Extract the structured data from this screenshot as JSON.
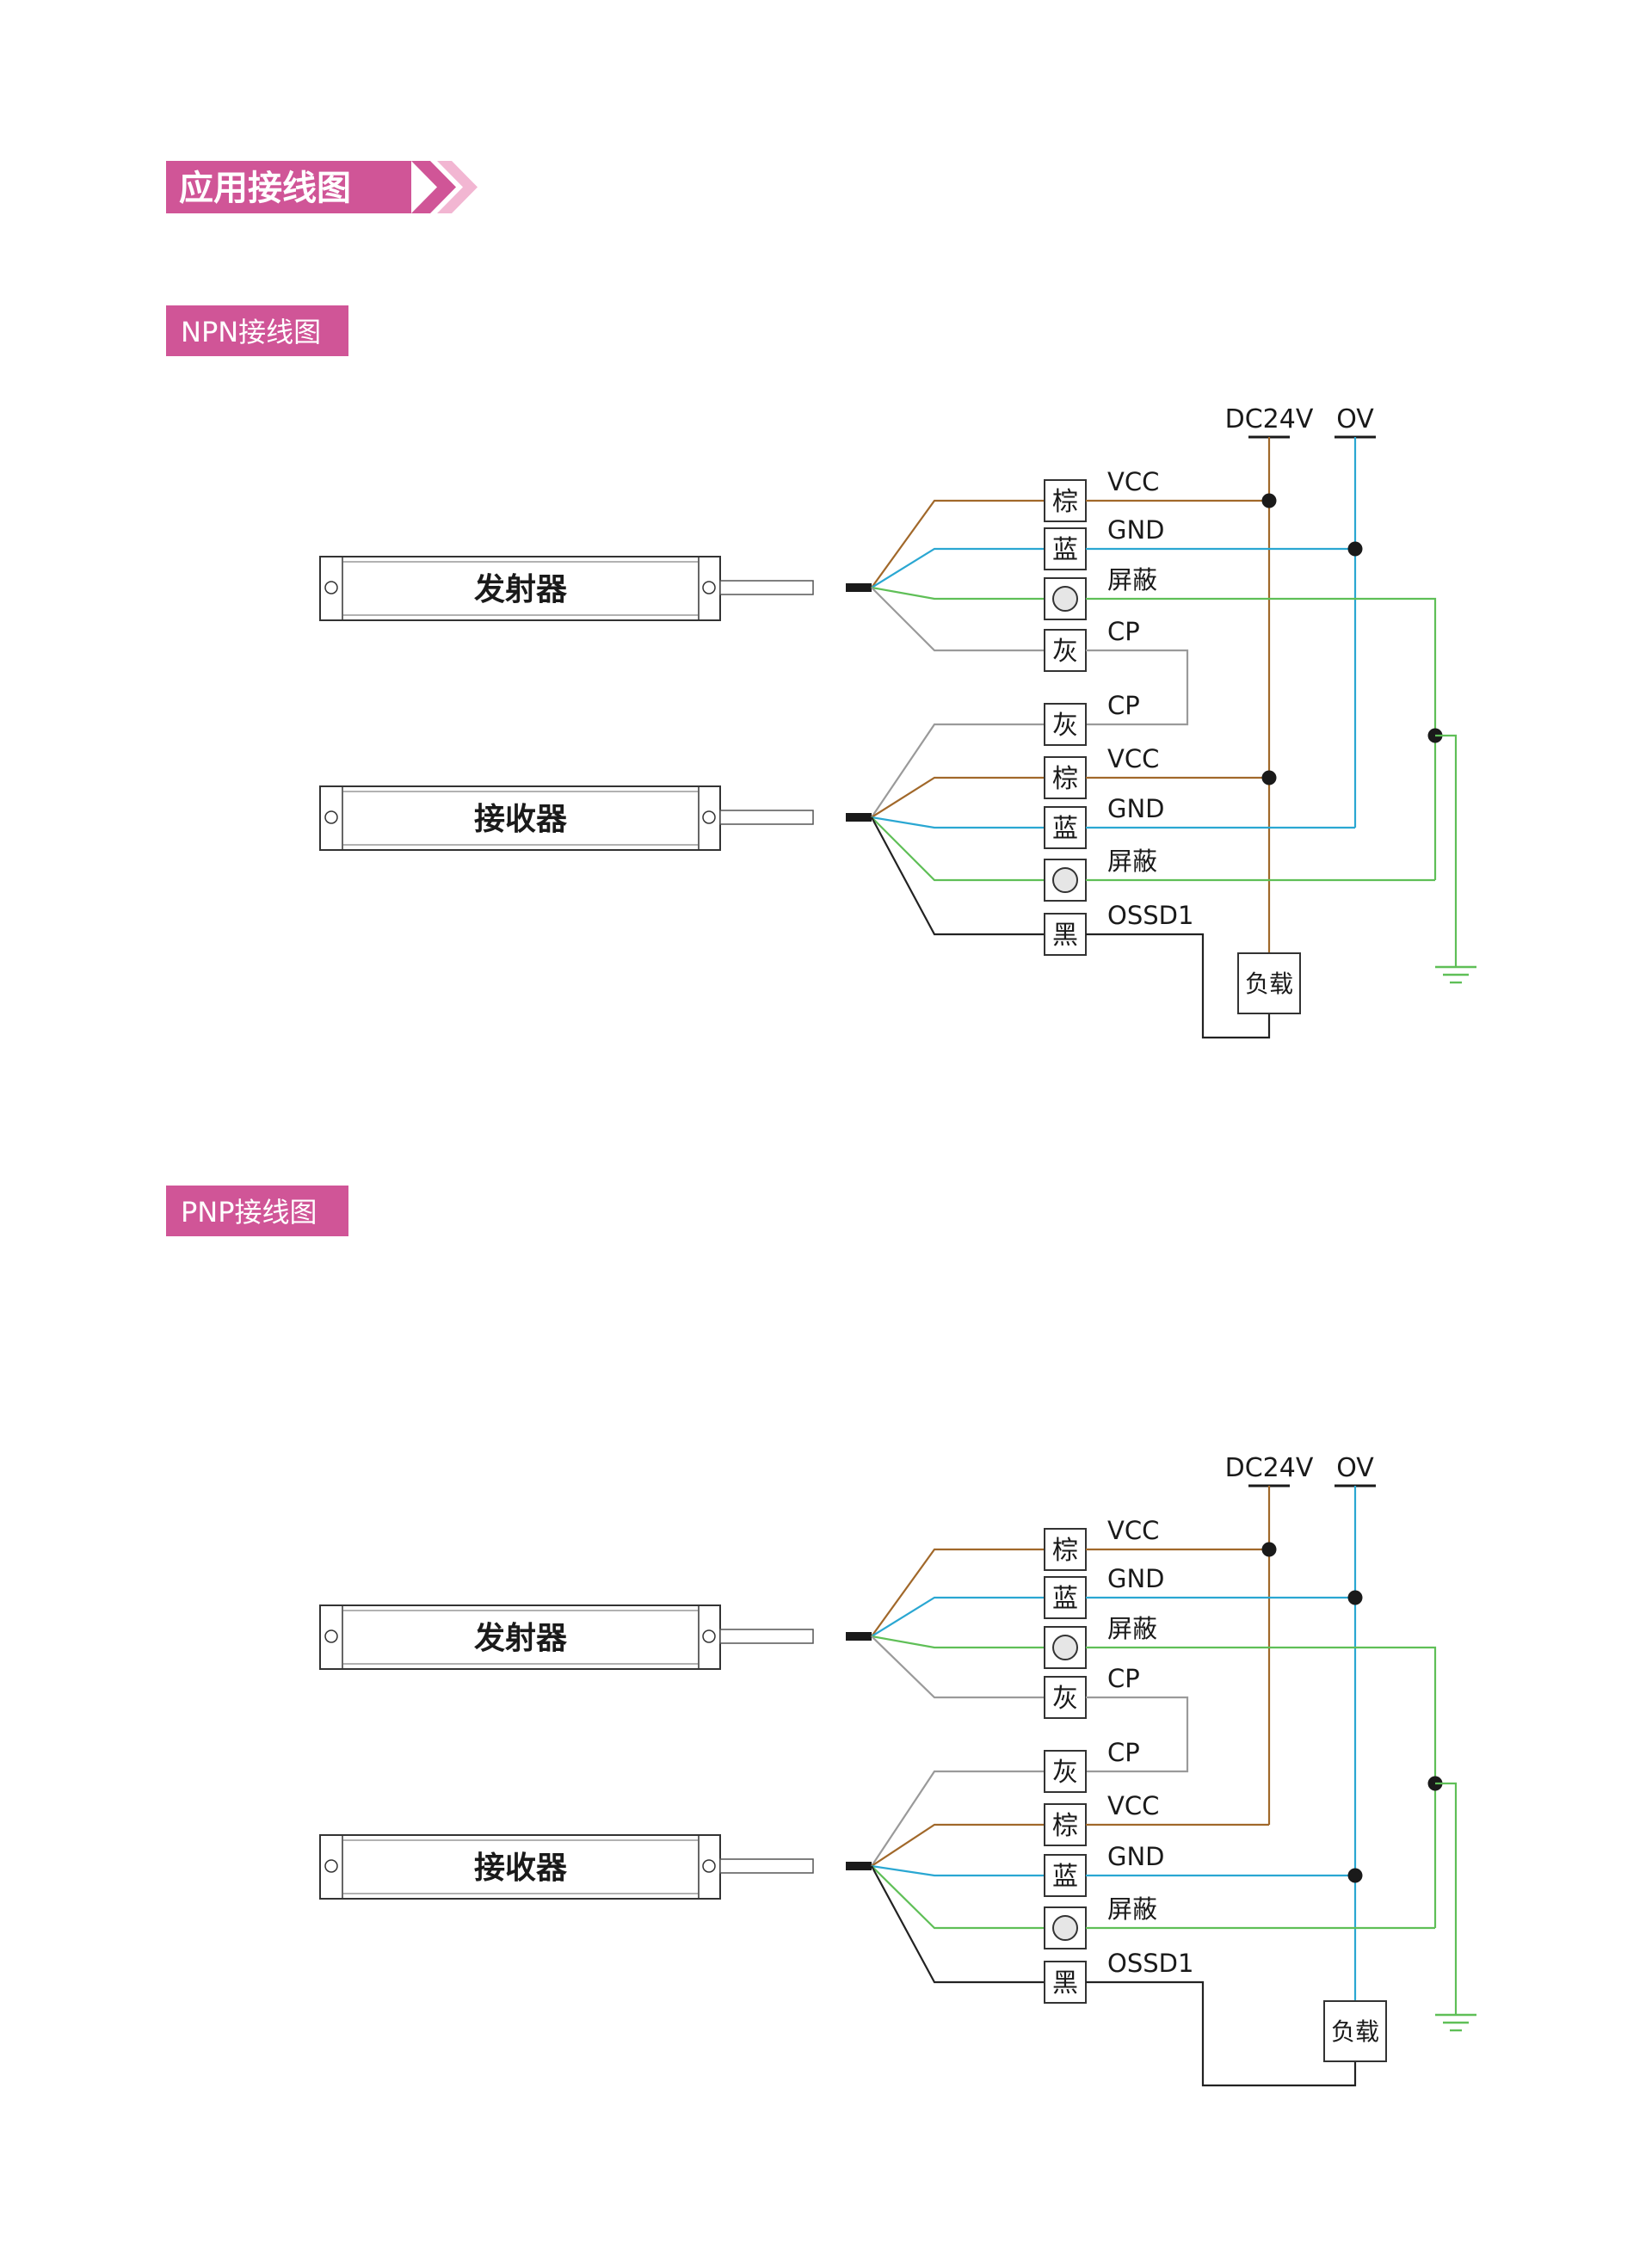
{
  "header": {
    "title": "应用接线图",
    "color": "#d05597",
    "arrow_color": "#f2b6d2"
  },
  "sections": [
    {
      "badge": "NPN接线图",
      "rails": {
        "dc": "DC24V",
        "ov": "OV"
      },
      "emitter_label": "发射器",
      "receiver_label": "接收器",
      "emitter_wires": [
        {
          "tag": "棕",
          "label": "VCC",
          "color": "#a1682a"
        },
        {
          "tag": "蓝",
          "label": "GND",
          "color": "#2aa7d2"
        },
        {
          "tag": "",
          "label": "屏蔽",
          "color": "#5fbf57"
        },
        {
          "tag": "灰",
          "label": "CP",
          "color": "#9a9a9a"
        }
      ],
      "receiver_wires": [
        {
          "tag": "灰",
          "label": "CP",
          "color": "#9a9a9a"
        },
        {
          "tag": "棕",
          "label": "VCC",
          "color": "#a1682a"
        },
        {
          "tag": "蓝",
          "label": "GND",
          "color": "#2aa7d2"
        },
        {
          "tag": "",
          "label": "屏蔽",
          "color": "#5fbf57"
        },
        {
          "tag": "黑",
          "label": "OSSD1",
          "color": "#222222"
        }
      ],
      "load_label": "负载",
      "load_rail": "dc"
    },
    {
      "badge": "PNP接线图",
      "rails": {
        "dc": "DC24V",
        "ov": "OV"
      },
      "emitter_label": "发射器",
      "receiver_label": "接收器",
      "emitter_wires": [
        {
          "tag": "棕",
          "label": "VCC",
          "color": "#a1682a"
        },
        {
          "tag": "蓝",
          "label": "GND",
          "color": "#2aa7d2"
        },
        {
          "tag": "",
          "label": "屏蔽",
          "color": "#5fbf57"
        },
        {
          "tag": "灰",
          "label": "CP",
          "color": "#9a9a9a"
        }
      ],
      "receiver_wires": [
        {
          "tag": "灰",
          "label": "CP",
          "color": "#9a9a9a"
        },
        {
          "tag": "棕",
          "label": "VCC",
          "color": "#a1682a"
        },
        {
          "tag": "蓝",
          "label": "GND",
          "color": "#2aa7d2"
        },
        {
          "tag": "",
          "label": "屏蔽",
          "color": "#5fbf57"
        },
        {
          "tag": "黑",
          "label": "OSSD1",
          "color": "#222222"
        }
      ],
      "load_label": "负载",
      "load_rail": "ov"
    }
  ]
}
